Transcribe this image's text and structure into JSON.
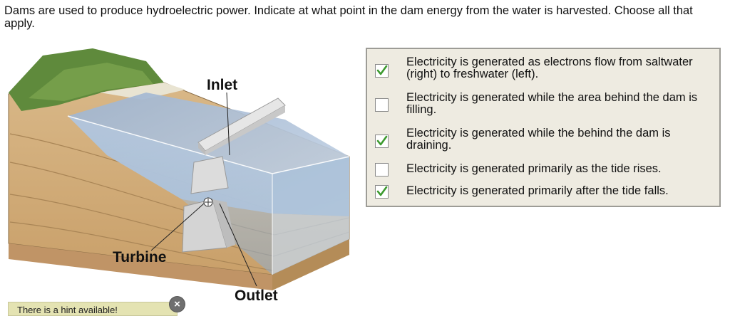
{
  "question": "Dams are used to produce hydroelectric power. Indicate at what point in the dam energy from the water is harvested. Choose all that apply.",
  "figure": {
    "labels": {
      "inlet": "Inlet",
      "turbine": "Turbine",
      "outlet": "Outlet"
    }
  },
  "options": [
    {
      "text": "Electricity is generated as electrons flow from saltwater (right) to freshwater (left).",
      "checked": true
    },
    {
      "text": "Electricity is generated while the area behind the dam is filling.",
      "checked": false
    },
    {
      "text": "Electricity is generated while the behind the dam is draining.",
      "checked": true
    },
    {
      "text": "Electricity is generated primarily as the tide rises.",
      "checked": false
    },
    {
      "text": "Electricity is generated primarily after the tide falls.",
      "checked": true
    }
  ],
  "hint": {
    "text": "There is a hint available!",
    "close_icon": "close-circle-icon"
  },
  "colors": {
    "check": "#3c9a2e",
    "panel_bg": "#eeebe1",
    "hint_bg": "#e4e3b2"
  }
}
